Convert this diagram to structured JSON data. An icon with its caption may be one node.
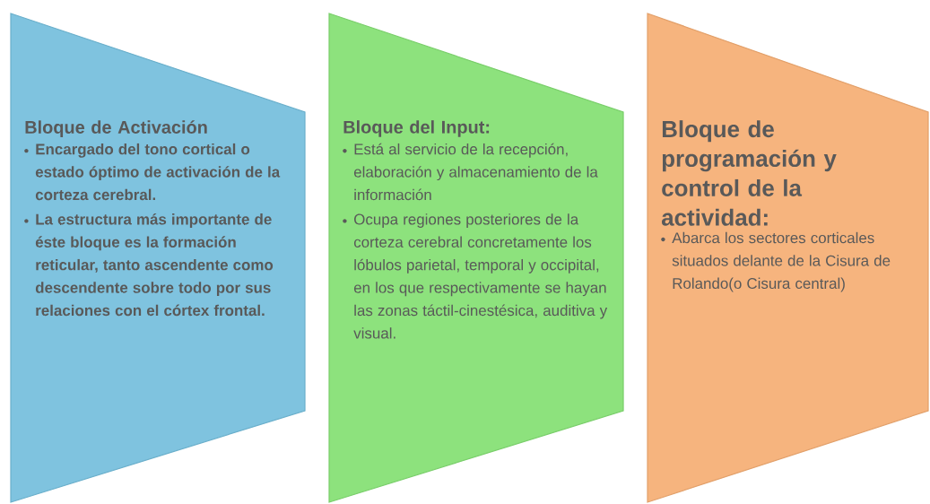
{
  "diagram": {
    "nodes": [
      {
        "text": [
          "Bloque de Activación",
          "Encargado del tono cortical o estado óptimo de activación de la corteza cerebral.",
          "La estructura más importante de éste bloque es la formación reticular, tanto ascendente como descendente sobre todo por sus relaciones con el córtex frontal."
        ]
      },
      {
        "text": [
          "**Bloque del Input**:",
          "Está al servicio de la recepción, elaboración y almacenamiento de la información",
          "Ocupa regiones posteriores de la corteza  cerebral concretamente los lóbulos parietal, temporal y occipital, en los que respectivamente se hayan las zonas táctil-cinestésica, auditiva  y visual."
        ]
      },
      {
        "text": [
          "**Bloque de programación y control de la actividad**:",
          "Abarca los sectores corticales situados delante de la Cisura de Rolando(o Cisura central)"
        ]
      }
    ]
  }
}
